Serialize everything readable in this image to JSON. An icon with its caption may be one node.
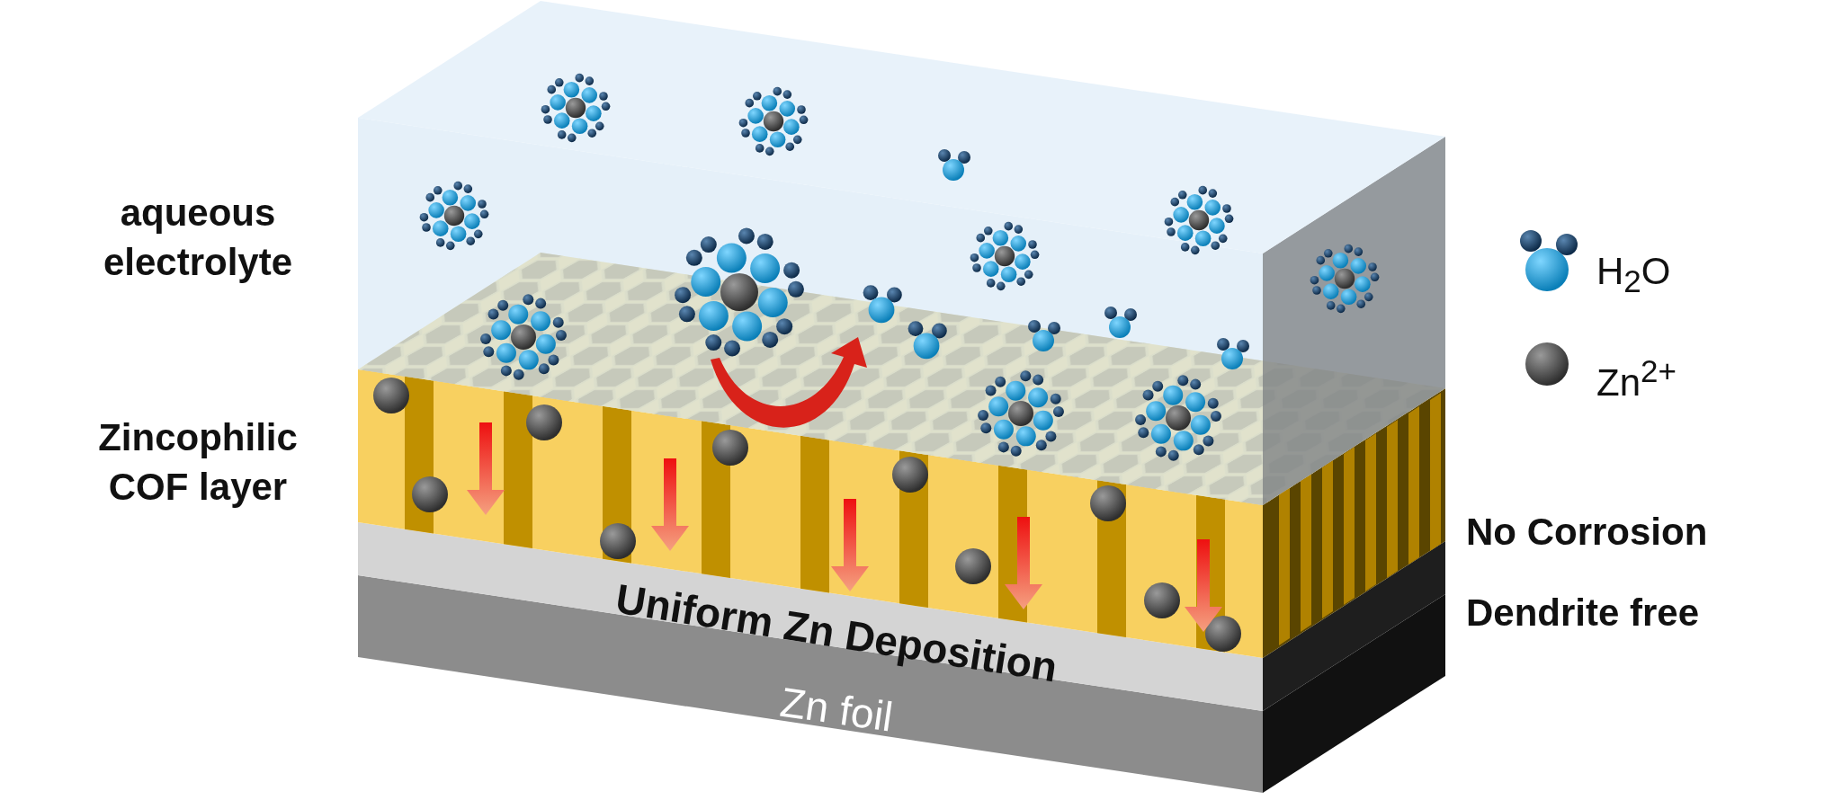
{
  "diagram": {
    "labels": [
      "aqueous electrolyte",
      "Zincophilic COF layer",
      "Uniform Zn Deposition",
      "Zn foil",
      "No Corrosion",
      "Dendrite free"
    ],
    "legend": [
      {
        "text": "H$_{2}$O"
      },
      {
        "text": "Zn$^{2+}$"
      }
    ]
  }
}
